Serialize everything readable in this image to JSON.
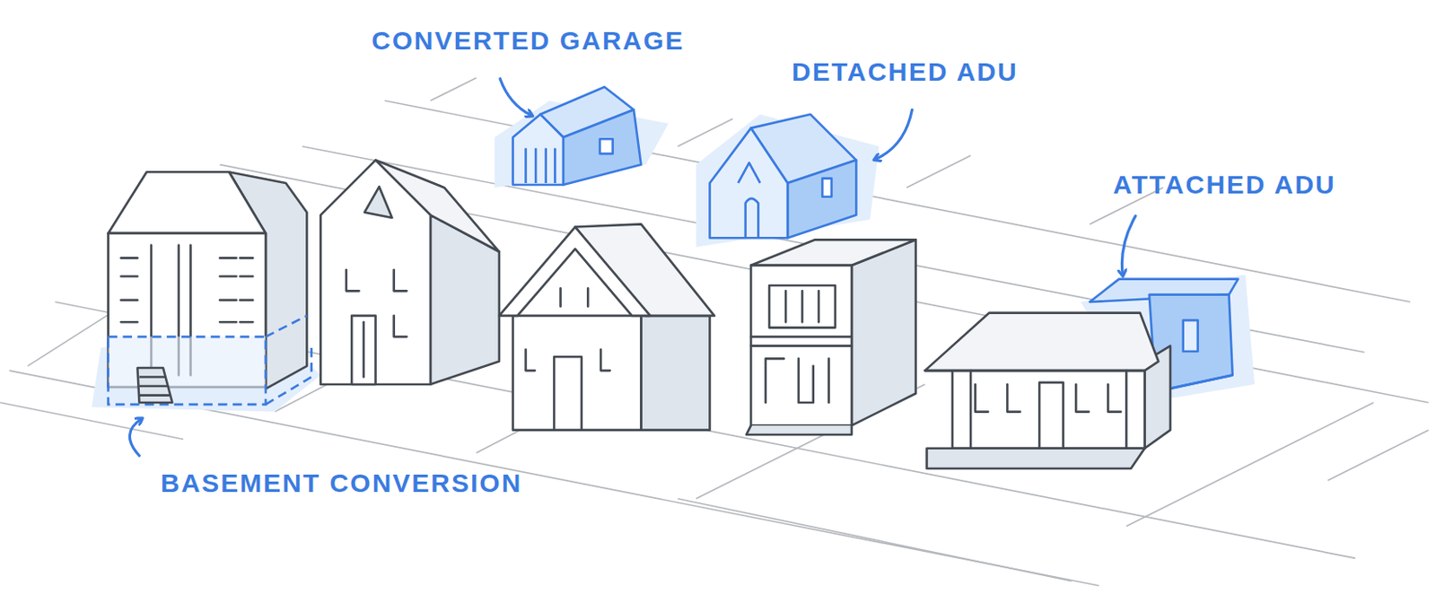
{
  "diagram": {
    "labels": [
      "CONVERTED GARAGE",
      "DETACHED ADU",
      "ATTACHED ADU",
      "BASEMENT CONVERSION"
    ]
  }
}
